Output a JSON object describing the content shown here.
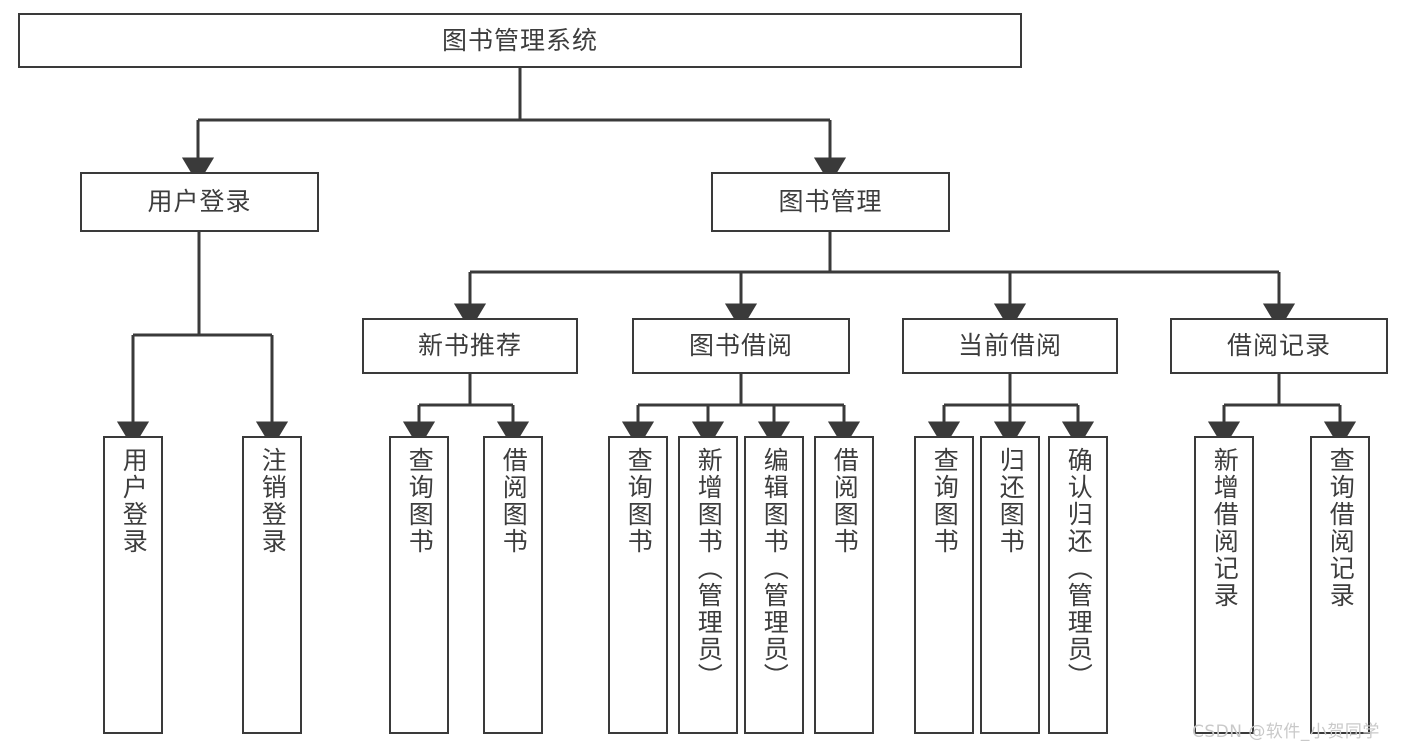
{
  "diagram": {
    "title": "图书管理系统",
    "watermark": "CSDN @软件_小贺同学",
    "colors": {
      "background": "#ffffff",
      "border": "#3a3a3a",
      "text": "#3d3d3d",
      "edge": "#3a3a3a",
      "watermark": "#c9c9c9"
    }
  },
  "nodes": {
    "root": {
      "label": "图书管理系统"
    },
    "level1": [
      {
        "label": "用户登录"
      },
      {
        "label": "图书管理"
      }
    ],
    "level2": [
      {
        "label": "新书推荐"
      },
      {
        "label": "图书借阅"
      },
      {
        "label": "当前借阅"
      },
      {
        "label": "借阅记录"
      }
    ],
    "leaves_user_login": [
      {
        "label": "用户登录"
      },
      {
        "label": "注销登录"
      }
    ],
    "leaves_new_book": [
      {
        "label": "查询图书"
      },
      {
        "label": "借阅图书"
      }
    ],
    "leaves_borrow": [
      {
        "label": "查询图书"
      },
      {
        "label": "新增图书（管理员）"
      },
      {
        "label": "编辑图书（管理员）"
      },
      {
        "label": "借阅图书"
      }
    ],
    "leaves_current": [
      {
        "label": "查询图书"
      },
      {
        "label": "归还图书"
      },
      {
        "label": "确认归还（管理员）"
      }
    ],
    "leaves_record": [
      {
        "label": "新增借阅记录"
      },
      {
        "label": "查询借阅记录"
      }
    ]
  },
  "chart_data": {
    "type": "table",
    "title": "图书管理系统 功能结构图",
    "tree": {
      "name": "图书管理系统",
      "children": [
        {
          "name": "用户登录",
          "children": [
            {
              "name": "用户登录"
            },
            {
              "name": "注销登录"
            }
          ]
        },
        {
          "name": "图书管理",
          "children": [
            {
              "name": "新书推荐",
              "children": [
                {
                  "name": "查询图书"
                },
                {
                  "name": "借阅图书"
                }
              ]
            },
            {
              "name": "图书借阅",
              "children": [
                {
                  "name": "查询图书"
                },
                {
                  "name": "新增图书（管理员）"
                },
                {
                  "name": "编辑图书（管理员）"
                },
                {
                  "name": "借阅图书"
                }
              ]
            },
            {
              "name": "当前借阅",
              "children": [
                {
                  "name": "查询图书"
                },
                {
                  "name": "归还图书"
                },
                {
                  "name": "确认归还（管理员）"
                }
              ]
            },
            {
              "name": "借阅记录",
              "children": [
                {
                  "name": "新增借阅记录"
                },
                {
                  "name": "查询借阅记录"
                }
              ]
            }
          ]
        }
      ]
    }
  }
}
